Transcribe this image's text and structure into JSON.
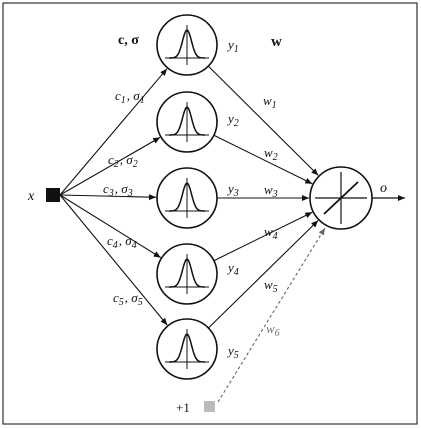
{
  "header": {
    "center_params": "c, σ",
    "weights": "w"
  },
  "input": {
    "label": "x"
  },
  "bias": {
    "label": "+1"
  },
  "hidden": [
    {
      "c": "c",
      "c_sub": "1",
      "s": "σ",
      "s_sub": "1",
      "y": "y",
      "y_sub": "1",
      "w": "w",
      "w_sub": "1"
    },
    {
      "c": "c",
      "c_sub": "2",
      "s": "σ",
      "s_sub": "2",
      "y": "y",
      "y_sub": "2",
      "w": "w",
      "w_sub": "2"
    },
    {
      "c": "c",
      "c_sub": "3",
      "s": "σ",
      "s_sub": "3",
      "y": "y",
      "y_sub": "3",
      "w": "w",
      "w_sub": "3"
    },
    {
      "c": "c",
      "c_sub": "4",
      "s": "σ",
      "s_sub": "4",
      "y": "y",
      "y_sub": "4",
      "w": "w",
      "w_sub": "4"
    },
    {
      "c": "c",
      "c_sub": "5",
      "s": "σ",
      "s_sub": "5",
      "y": "y",
      "y_sub": "5",
      "w": "w",
      "w_sub": "5"
    }
  ],
  "bias_weight": {
    "w": "w",
    "w_sub": "6"
  },
  "output": {
    "label": "o"
  }
}
